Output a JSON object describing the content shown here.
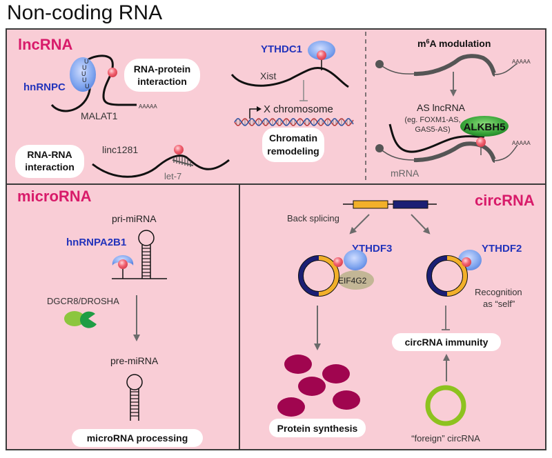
{
  "title": "Non-coding RNA",
  "colors": {
    "panel_bg": "#f9cdd6",
    "border": "#3a3a3a",
    "section_title": "#d81b6a",
    "protein_label": "#2233bb",
    "m6a_dot": "#f05a6a",
    "reader_blue": "#8fb0ee",
    "alkbh5_green": "#3aa63a",
    "exon_yellow": "#f2b02a",
    "exon_navy": "#1b1f74",
    "protein_purple": "#a0054f",
    "foreign_green": "#8dc21f",
    "arrow_gray": "#6b6b6b"
  },
  "lncrna": {
    "title": "lncRNA",
    "hnrnpc": "hnRNPC",
    "uuuuu": [
      "U",
      "U",
      "U",
      "U",
      "U"
    ],
    "malat1": "MALAT1",
    "polyA": "AAAAA",
    "rna_protein": [
      "RNA-protein",
      "interaction"
    ],
    "ythdc1": "YTHDC1",
    "xist": "Xist",
    "x_chromosome": "X chromosome",
    "chromatin": [
      "Chromatin",
      "remodeling"
    ],
    "rna_rna": [
      "RNA-RNA",
      "interaction"
    ],
    "linc1281": "linc1281",
    "let7": "let-7",
    "m6a_modulation_prefix": "m",
    "m6a_modulation_sup": "6",
    "m6a_modulation_suffix": "A modulation",
    "as_lncrna": "AS lncRNA",
    "as_examples": [
      "(eg. FOXM1-AS,",
      "GAS5-AS)"
    ],
    "alkbh5": "ALKBH5",
    "mrna": "mRNA"
  },
  "microrna": {
    "title": "microRNA",
    "pri": "pri-miRNA",
    "hnrnpa2b1": "hnRNPA2B1",
    "dgcr8": "DGCR8/DROSHA",
    "pre": "pre-miRNA",
    "processing": "microRNA processing"
  },
  "circrna": {
    "title": "circRNA",
    "back_splicing": "Back splicing",
    "ythdf3": "YTHDF3",
    "eif4g2": "EIF4G2",
    "ythdf2": "YTHDF2",
    "recognition": [
      "Recognition",
      "as “self”"
    ],
    "protein_synthesis": "Protein synthesis",
    "immunity": "circRNA immunity",
    "foreign": "“foreign” circRNA"
  }
}
